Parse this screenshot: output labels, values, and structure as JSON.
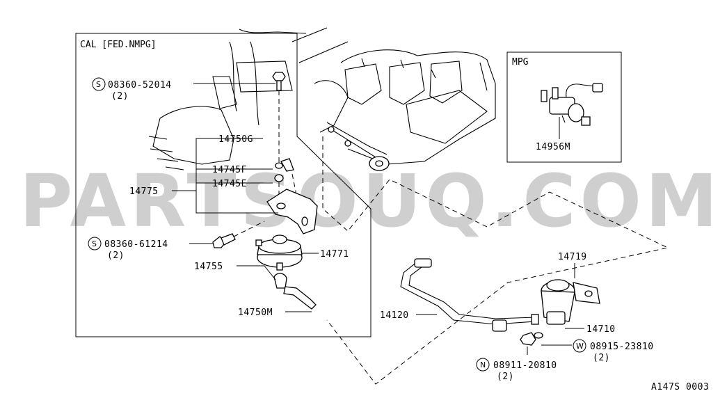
{
  "watermark": "PARTSOUQ.COM",
  "diagram_code": "A147S 0003",
  "box_cal": {
    "title": "CAL [FED.NMPG]"
  },
  "box_mpg": {
    "title": "MPG",
    "part_label": "14956M"
  },
  "parts": {
    "p1": {
      "symbol": "S",
      "number": "08360-52014",
      "qty": "(2)"
    },
    "p2": {
      "number": "14750G"
    },
    "p3": {
      "number": "14745F"
    },
    "p4": {
      "number": "14745E"
    },
    "p5": {
      "number": "14775"
    },
    "p6": {
      "symbol": "S",
      "number": "08360-61214",
      "qty": "(2)"
    },
    "p7": {
      "number": "14771"
    },
    "p8": {
      "number": "14755"
    },
    "p9": {
      "number": "14750M"
    },
    "p10": {
      "number": "14120"
    },
    "p11": {
      "number": "14719"
    },
    "p12": {
      "number": "14710"
    },
    "p13": {
      "symbol": "W",
      "number": "08915-23810",
      "qty": "(2)"
    },
    "p14": {
      "symbol": "N",
      "number": "08911-20810",
      "qty": "(2)"
    }
  }
}
